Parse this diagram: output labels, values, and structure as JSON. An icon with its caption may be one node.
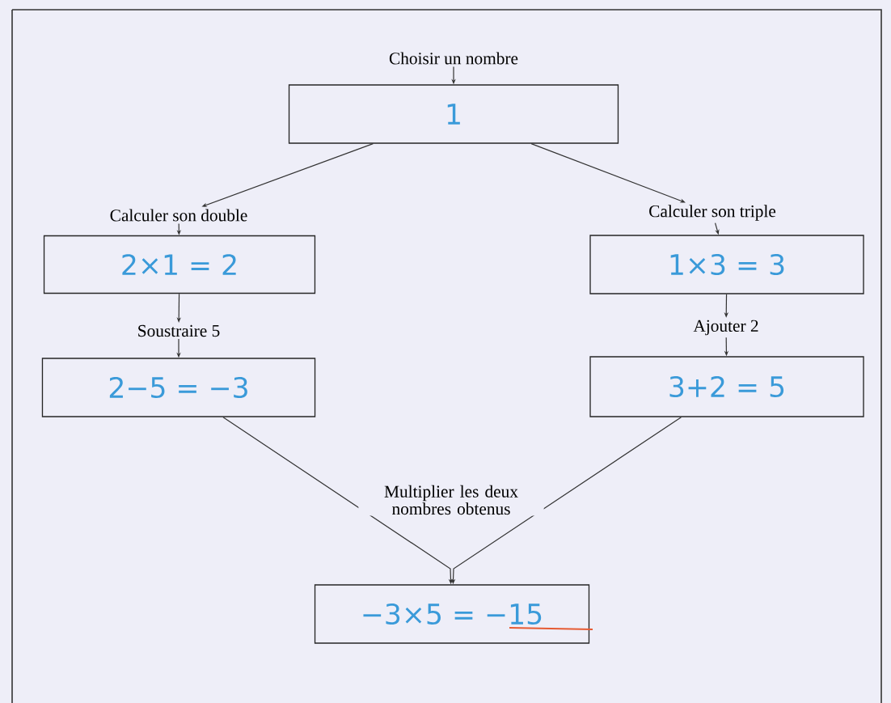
{
  "diagram": {
    "nodes": [
      {
        "text": [
          "Choisir un nombre"
        ]
      },
      {
        "text": [
          "1"
        ]
      },
      {
        "text": [
          "Calculer son double"
        ]
      },
      {
        "text": [
          "2×1 = 2"
        ]
      },
      {
        "text": [
          "Soustraire 5"
        ]
      },
      {
        "text": [
          "2−5 = −3"
        ]
      },
      {
        "text": [
          "Calculer son triple"
        ]
      },
      {
        "text": [
          "1×3 = 3"
        ]
      },
      {
        "text": [
          "Ajouter 2"
        ]
      },
      {
        "text": [
          "3+2 = 5"
        ]
      },
      {
        "text": [
          "−3×5 = −15"
        ]
      }
    ],
    "edges": [
      {
        "from": 0,
        "to": 1,
        "arrow": "to"
      },
      {
        "from": 1,
        "to": 2,
        "arrow": "to"
      },
      {
        "from": 2,
        "to": 3,
        "arrow": "to"
      },
      {
        "from": 3,
        "to": 4,
        "arrow": "to"
      },
      {
        "from": 4,
        "to": 5,
        "arrow": "to"
      },
      {
        "from": 1,
        "to": 6,
        "arrow": "to"
      },
      {
        "from": 6,
        "to": 7,
        "arrow": "to"
      },
      {
        "from": 7,
        "to": 8,
        "arrow": "to"
      },
      {
        "from": 8,
        "to": 9,
        "arrow": "to"
      },
      {
        "from": 5,
        "to": 10,
        "arrow": "to"
      },
      {
        "from": 9,
        "to": 10,
        "arrow": "to"
      }
    ],
    "labels": [
      "Multiplier les deux nombres obtenus"
    ]
  }
}
